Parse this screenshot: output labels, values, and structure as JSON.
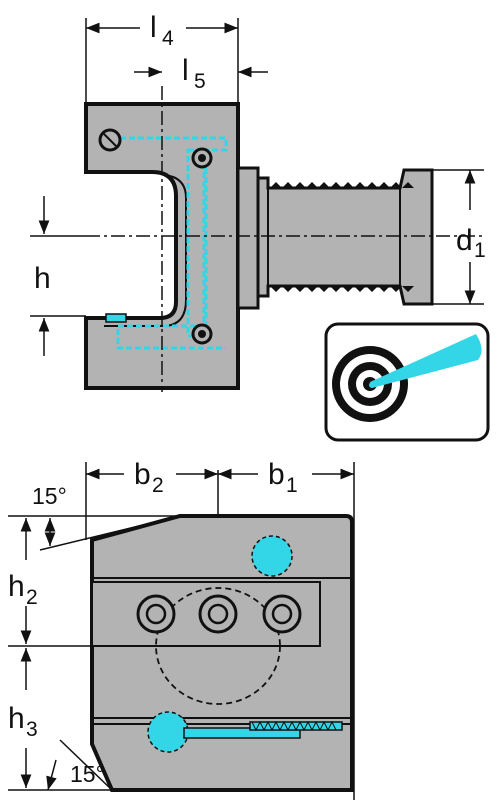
{
  "dimensions": {
    "l4": {
      "symbol": "l",
      "sub": "4"
    },
    "l5": {
      "symbol": "l",
      "sub": "5"
    },
    "d1": {
      "symbol": "d",
      "sub": "1"
    },
    "h": {
      "symbol": "h",
      "sub": ""
    },
    "b2": {
      "symbol": "b",
      "sub": "2"
    },
    "b1": {
      "symbol": "b",
      "sub": "1"
    },
    "h2": {
      "symbol": "h",
      "sub": "2"
    },
    "h3": {
      "symbol": "h",
      "sub": "3"
    }
  },
  "angles": {
    "top": "15°",
    "bottom": "15°"
  },
  "colors": {
    "body": "#b3b3b3",
    "coolant": "#33d6e6",
    "line": "#111111"
  },
  "icons": [
    "coolant-target-icon"
  ]
}
